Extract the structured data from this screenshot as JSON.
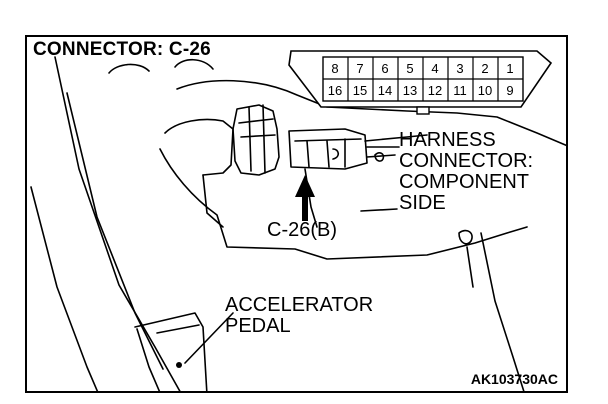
{
  "title": "CONNECTOR: C-26",
  "pins": {
    "top_row": [
      "8",
      "7",
      "6",
      "5",
      "4",
      "3",
      "2",
      "1"
    ],
    "bottom_row": [
      "16",
      "15",
      "14",
      "13",
      "12",
      "11",
      "10",
      "9"
    ]
  },
  "labels": {
    "harness_line1": "HARNESS",
    "harness_line2": "CONNECTOR:",
    "harness_line3": "COMPONENT",
    "harness_line4": "SIDE",
    "connector_id": "C-26(B)",
    "pedal_line1": "ACCELERATOR",
    "pedal_line2": "PEDAL"
  },
  "figure_code": "AK103730AC"
}
